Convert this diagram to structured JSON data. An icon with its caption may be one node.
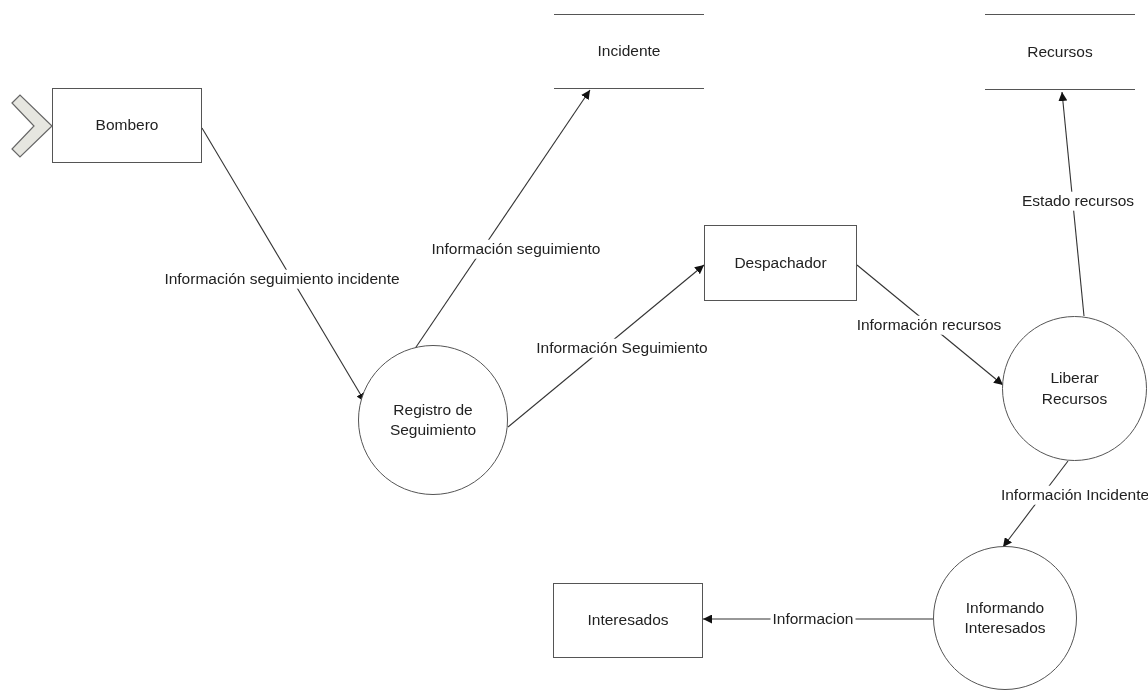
{
  "diagram": {
    "nodes": [
      {
        "text": [
          "Bombero"
        ]
      },
      {
        "text": [
          "Incidente"
        ]
      },
      {
        "text": [
          "Recursos"
        ]
      },
      {
        "text": [
          "Despachador"
        ]
      },
      {
        "text": [
          "Registro de Seguimiento"
        ]
      },
      {
        "text": [
          "Liberar Recursos"
        ]
      },
      {
        "text": [
          "Informando Interesados"
        ]
      },
      {
        "text": [
          "Interesados"
        ]
      }
    ],
    "edges": [
      {
        "from": 0,
        "to": 4,
        "arrow": "to",
        "label": "Información seguimiento incidente"
      },
      {
        "from": 4,
        "to": 1,
        "arrow": "to",
        "label": "Información seguimiento"
      },
      {
        "from": 4,
        "to": 3,
        "arrow": "to",
        "label": "Información Seguimiento"
      },
      {
        "from": 3,
        "to": 5,
        "arrow": "to",
        "label": "Información recursos"
      },
      {
        "from": 5,
        "to": 2,
        "arrow": "to",
        "label": "Estado recursos"
      },
      {
        "from": 5,
        "to": 6,
        "arrow": "to",
        "label": "Información Incidente"
      },
      {
        "from": 6,
        "to": 7,
        "arrow": "to",
        "label": "Informacion"
      }
    ]
  }
}
